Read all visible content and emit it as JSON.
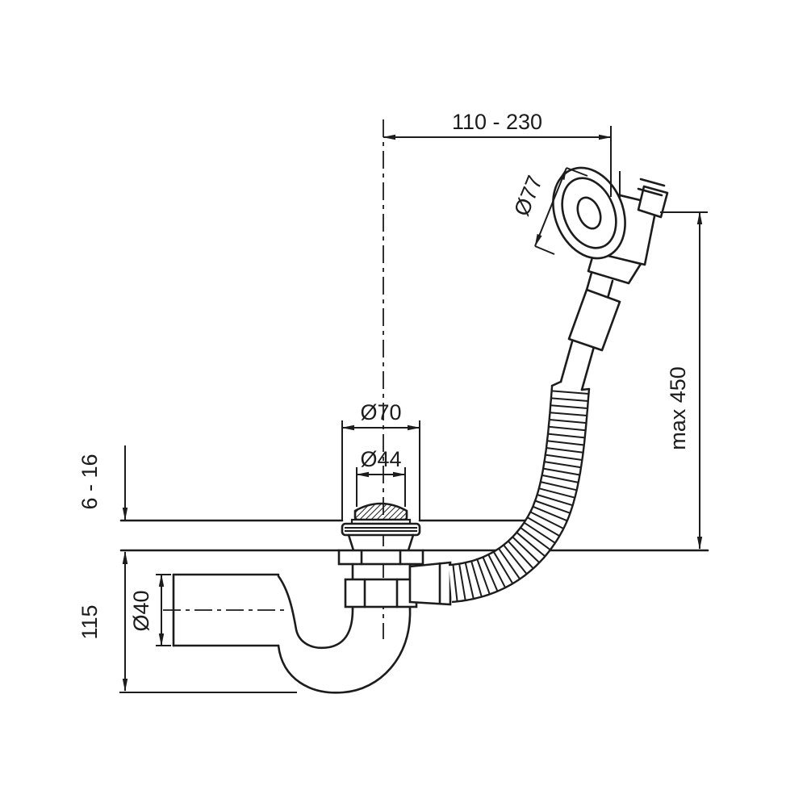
{
  "drawing": {
    "labels": {
      "top_span": "110 - 230",
      "overflow_diameter": "Ø77",
      "max_height": "max 450",
      "flange_diameter": "Ø70",
      "plug_diameter": "Ø44",
      "panel_thickness": "6 - 16",
      "trap_depth": "115",
      "pipe_diameter": "Ø40"
    },
    "colors": {
      "line": "#1c1c1c",
      "background": "#ffffff"
    }
  }
}
